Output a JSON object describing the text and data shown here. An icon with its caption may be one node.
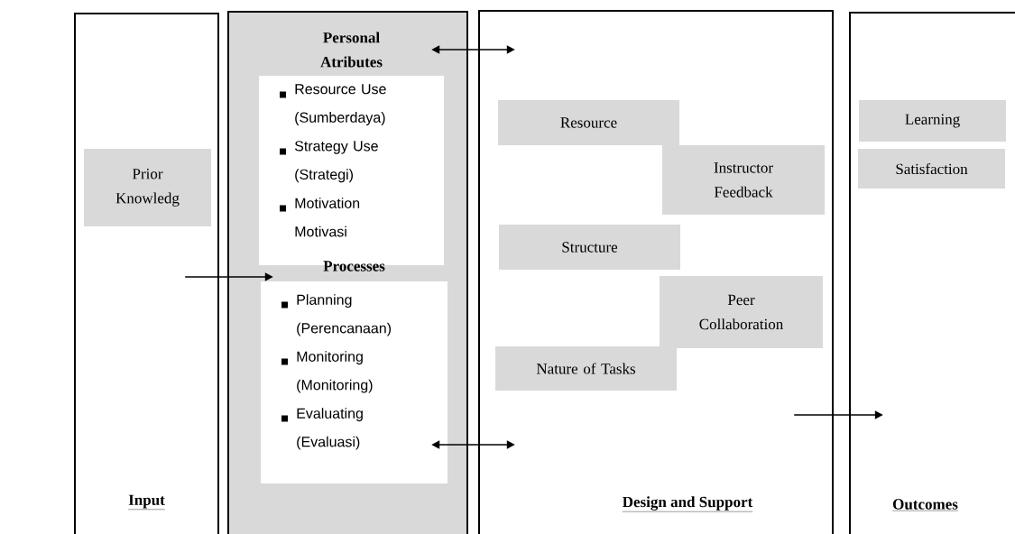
{
  "diagram": {
    "nodes": [
      {
        "text": [
          "Input"
        ]
      },
      {
        "text": [
          "Prior Knowledg"
        ],
        "in": 0
      },
      {
        "text": [],
        "shape": "box"
      },
      {
        "text": [
          "Personal Atributes",
          "Resource Use (Sumberdaya)",
          "Strategy Use (Strategi)",
          "Motivation Motivasi"
        ],
        "in": 2
      },
      {
        "text": [
          "Processes",
          "Planning (Perencanaan)",
          "Monitoring (Monitoring)",
          "Evaluating (Evaluasi)"
        ],
        "in": 2
      },
      {
        "text": [
          "Design and Support"
        ]
      },
      {
        "text": [
          "Resource"
        ],
        "in": 5
      },
      {
        "text": [
          "Instructor Feedback"
        ],
        "in": 5
      },
      {
        "text": [
          "Structure"
        ],
        "in": 5
      },
      {
        "text": [
          "Peer Collaboration"
        ],
        "in": 5
      },
      {
        "text": [
          "Nature of Tasks"
        ],
        "in": 5
      },
      {
        "text": [
          "Outcomes"
        ]
      },
      {
        "text": [
          "Learning"
        ],
        "in": 11
      },
      {
        "text": [
          "Satisfaction"
        ],
        "in": 11
      }
    ],
    "edges": [
      {
        "from": 0,
        "to": 4,
        "arrow": "to"
      },
      {
        "from": 3,
        "to": 5,
        "arrow": "both"
      },
      {
        "from": 4,
        "to": 5,
        "arrow": "both"
      },
      {
        "from": 5,
        "to": 11,
        "arrow": "to"
      }
    ]
  }
}
